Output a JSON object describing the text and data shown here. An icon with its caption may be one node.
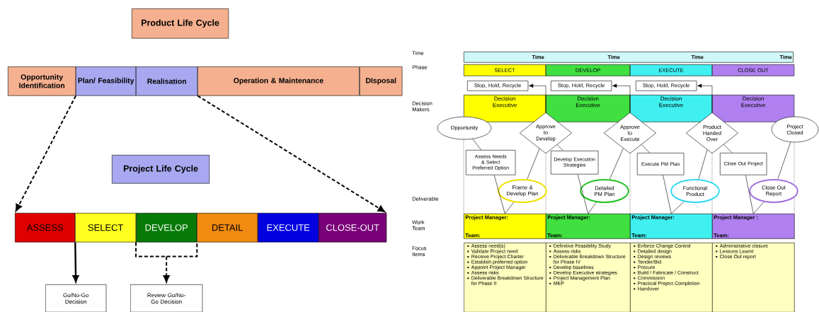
{
  "diagram": {
    "nodes": [
      {
        "text": [
          "Product Life Cycle"
        ]
      },
      {
        "text": [
          "Opportunity Identification"
        ]
      },
      {
        "text": [
          "Plan/ Feasibility"
        ]
      },
      {
        "text": [
          "Realisation"
        ]
      },
      {
        "text": [
          "Operation & Maintenance"
        ]
      },
      {
        "text": [
          "DIsposal"
        ]
      },
      {
        "text": [
          "Project Life Cycle"
        ]
      },
      {
        "text": [
          "ASSESS"
        ]
      },
      {
        "text": [
          "SELECT"
        ]
      },
      {
        "text": [
          "DEVELOP"
        ]
      },
      {
        "text": [
          "DETAIL"
        ]
      },
      {
        "text": [
          "EXECUTE"
        ]
      },
      {
        "text": [
          "CLOSE-OUT"
        ]
      },
      {
        "text": [
          "Go/No-Go Decision"
        ]
      },
      {
        "text": [
          "Review Go/No-Go Decision"
        ]
      },
      {
        "text": [
          "Time",
          "Time",
          "Time",
          "Time"
        ]
      },
      {
        "text": [
          "SELECT"
        ]
      },
      {
        "text": [
          "DEVELOP"
        ]
      },
      {
        "text": [
          "EXECUTE"
        ]
      },
      {
        "text": [
          "CLOSE OUT"
        ]
      },
      {
        "text": [
          "Stop, Hold, Recycle"
        ]
      },
      {
        "text": [
          "Stop, Hold, Recycle"
        ]
      },
      {
        "text": [
          "Stop, Hold, Recycle"
        ]
      },
      {
        "text": [
          "Decision Executive"
        ]
      },
      {
        "text": [
          "Decision Executive"
        ]
      },
      {
        "text": [
          "Decision Executive"
        ]
      },
      {
        "text": [
          "Decision Executive"
        ]
      },
      {
        "text": [
          "Opportunity"
        ]
      },
      {
        "text": [
          "Approve to Develop"
        ]
      },
      {
        "text": [
          "Approve to Execute"
        ]
      },
      {
        "text": [
          "Product Handed Over"
        ]
      },
      {
        "text": [
          "Project Closed"
        ]
      },
      {
        "text": [
          "Assess Needs & Select Preferred Option"
        ]
      },
      {
        "text": [
          "Develop Execution Strategies"
        ]
      },
      {
        "text": [
          "Execute PM Plan"
        ]
      },
      {
        "text": [
          "Close Out Project"
        ]
      },
      {
        "text": [
          "Frame & Develop Plan"
        ]
      },
      {
        "text": [
          "Detailed PM Plan"
        ]
      },
      {
        "text": [
          "Functional Product"
        ]
      },
      {
        "text": [
          "Close Out Report"
        ]
      },
      {
        "text": [
          "Project Manager:",
          "Team:"
        ]
      },
      {
        "text": [
          "Project Manager:",
          "Team:"
        ]
      },
      {
        "text": [
          "Project Manager:",
          "Team:"
        ]
      },
      {
        "text": [
          "Project Manager :",
          "Team:"
        ]
      },
      {
        "text": [
          "Assess need(s)",
          "Validate Project need",
          "Receive Project Charter",
          "Establish preferred option",
          "Appoint Project Manager",
          "Assess risks",
          "Deliverable Breakdown Structure for Phase II"
        ]
      },
      {
        "text": [
          "Definitive Feasibility Study",
          "Assess risks",
          "Deliverable Breakdown Structure for Phase IV",
          "Develop baselines",
          "Develop Executive strategies",
          "Project Management Plan",
          "MEP"
        ]
      },
      {
        "text": [
          "Enforce Change Control",
          "Detailed design",
          "Design reviews",
          "Tender/Bid",
          "Procure",
          "Build / Fabricate / Construct",
          "Commission",
          "Practical Project Completion",
          "Handover"
        ]
      },
      {
        "text": [
          "Administrative closure",
          "Lessons Learnt",
          "Close Out report"
        ]
      }
    ],
    "edges": [
      {
        "from": 2,
        "to": 7,
        "arrow": "to",
        "style": "dashed"
      },
      {
        "from": 3,
        "to": 12,
        "arrow": "to",
        "style": "dashed"
      },
      {
        "from": 7,
        "to": 13,
        "arrow": "to",
        "style": "thick"
      },
      {
        "from": 9,
        "to": 14,
        "arrow": "to",
        "style": "dashed"
      },
      {
        "from": 28,
        "to": 20,
        "arrow": "to"
      },
      {
        "from": 29,
        "to": 21,
        "arrow": "to"
      },
      {
        "from": 30,
        "to": 22,
        "arrow": "to"
      },
      {
        "from": 27,
        "to": 32,
        "arrow": "none"
      },
      {
        "from": 32,
        "to": 40,
        "arrow": "none"
      },
      {
        "from": 36,
        "to": 40,
        "arrow": "none"
      },
      {
        "from": 36,
        "to": 28,
        "arrow": "none"
      },
      {
        "from": 28,
        "to": 33,
        "arrow": "none"
      },
      {
        "from": 33,
        "to": 41,
        "arrow": "none"
      },
      {
        "from": 37,
        "to": 41,
        "arrow": "none"
      },
      {
        "from": 37,
        "to": 29,
        "arrow": "none"
      },
      {
        "from": 29,
        "to": 34,
        "arrow": "none"
      },
      {
        "from": 34,
        "to": 42,
        "arrow": "none"
      },
      {
        "from": 38,
        "to": 42,
        "arrow": "none"
      },
      {
        "from": 38,
        "to": 30,
        "arrow": "none"
      },
      {
        "from": 30,
        "to": 35,
        "arrow": "none"
      },
      {
        "from": 35,
        "to": 43,
        "arrow": "none"
      },
      {
        "from": 39,
        "to": 43,
        "arrow": "none"
      },
      {
        "from": 39,
        "to": 31,
        "arrow": "none"
      }
    ],
    "labels": [
      "Time",
      "Phase",
      "Decision Makers",
      "Deliverable",
      "Work Team",
      "Focus Items"
    ]
  }
}
